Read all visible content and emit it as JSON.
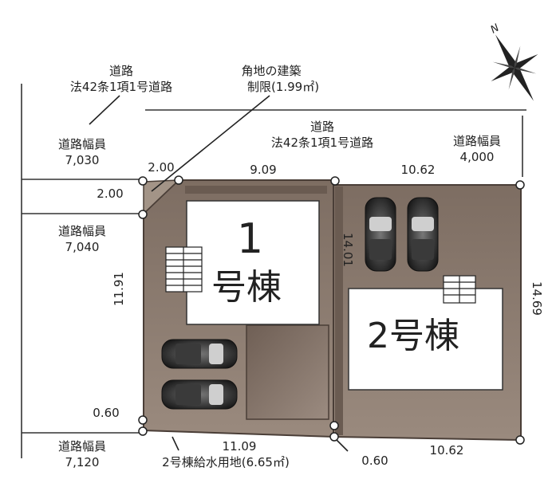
{
  "road_top_left": {
    "name": "道路",
    "type": "法42条1項1号道路"
  },
  "road_top": {
    "name": "道路",
    "type": "法42条1項1号道路"
  },
  "corner_restriction": {
    "line1": "角地の建築",
    "line2": "制限(1.99㎡)"
  },
  "road_width_nw": {
    "label": "道路幅員",
    "value": "7,030"
  },
  "road_width_ne": {
    "label": "道路幅員",
    "value": "4,000"
  },
  "road_width_w": {
    "label": "道路幅員",
    "value": "7,040"
  },
  "road_width_sw": {
    "label": "道路幅員",
    "value": "7,120"
  },
  "water_supply": {
    "label": "2号棟給水用地(6.65㎡)"
  },
  "dimensions": {
    "corner_top": "2.00",
    "corner_left": "2.00",
    "lot1_top": "9.09",
    "lot2_top": "10.62",
    "lot1_bottom": "11.09",
    "lot2_bottom": "10.62",
    "left_side": "11.91",
    "middle": "14.01",
    "right_side": "14.69",
    "bottom_left_offset": "0.60",
    "bottom_mid_offset": "0.60"
  },
  "buildings": [
    {
      "number": "1",
      "label": "号棟"
    },
    {
      "number": "2",
      "label": "号棟"
    }
  ],
  "compass": {
    "label": "N"
  },
  "colors": {
    "lot_fill": "#8b7a6e",
    "lot_dark": "#5e5048",
    "building_fill": "#ffffff",
    "road_line": "#333333",
    "car": "#2a2a2a"
  }
}
